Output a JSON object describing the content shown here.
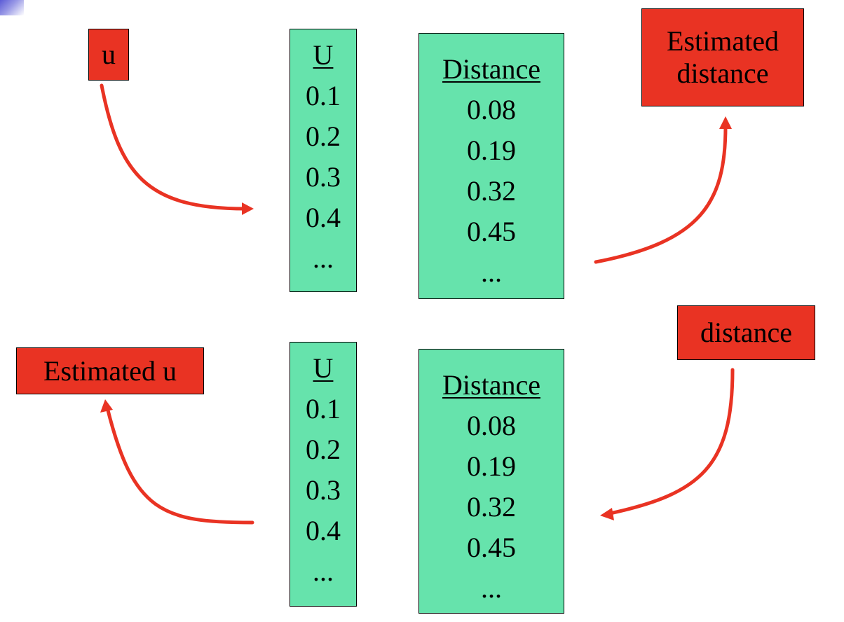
{
  "top": {
    "input_label": "u",
    "u_table": {
      "header": "U",
      "values": [
        "0.1",
        "0.2",
        "0.3",
        "0.4",
        "..."
      ]
    },
    "distance_table": {
      "header": "Distance",
      "values": [
        "0.08",
        "0.19",
        "0.32",
        "0.45",
        "..."
      ]
    },
    "output_label_lines": [
      "Estimated",
      "distance"
    ]
  },
  "bottom": {
    "input_label": "distance",
    "u_table": {
      "header": "U",
      "values": [
        "0.1",
        "0.2",
        "0.3",
        "0.4",
        "..."
      ]
    },
    "distance_table": {
      "header": "Distance",
      "values": [
        "0.08",
        "0.19",
        "0.32",
        "0.45",
        "..."
      ]
    },
    "output_label": "Estimated u"
  },
  "colors": {
    "label_box": "#e93323",
    "table_box": "#66e3ac",
    "arrow": "#e93323"
  }
}
